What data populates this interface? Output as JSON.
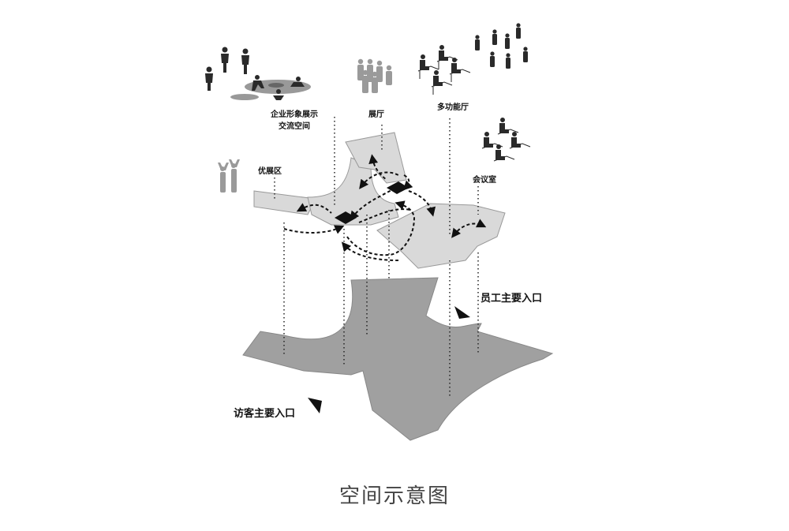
{
  "labels": {
    "corporate_display": "企业形象展示",
    "exchange_space": "交流空间",
    "hall": "展厅",
    "multi_function_hall": "多功能厅",
    "excellence_area": "优展区",
    "meeting_room": "会议室",
    "staff_entrance": "员工主要入口",
    "visitor_entrance": "访客主要入口"
  },
  "caption": "空间示意图",
  "colors": {
    "ground": "#a0a0a0",
    "floor_panel": "#d9d9d9",
    "people": "#2a2a2a",
    "grey_people": "#9a9a9a",
    "arrow": "#111111"
  },
  "icons": [
    "entrance-triangle-icon",
    "person-silhouette-icon",
    "seated-people-icon",
    "core-block-icon"
  ]
}
